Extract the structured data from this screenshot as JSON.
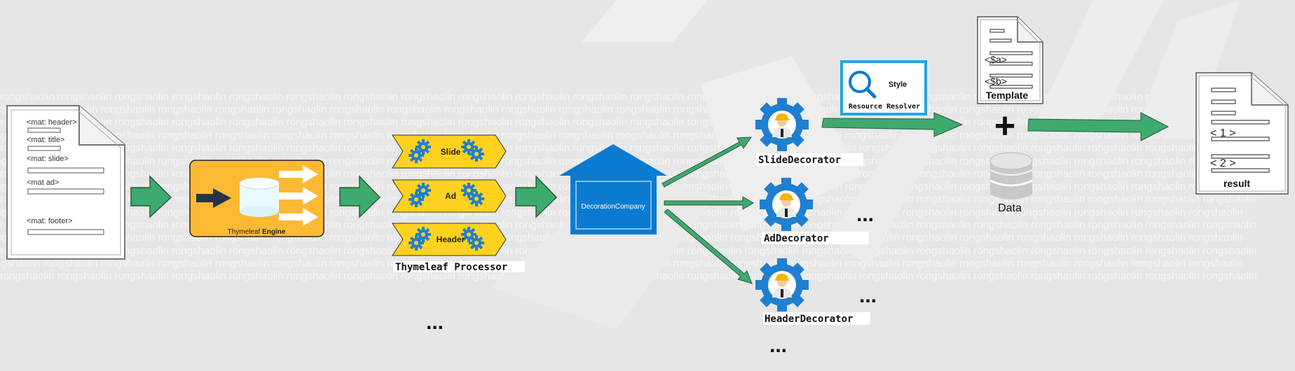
{
  "watermark": {
    "text": "rongshaolin rongshaolin rongshaolin rongshaolin rongshaolin rongshaolin rongshaolin rongshaolin rongshaolin rongshaolin rongshaolin rongshaolin rongshaolin rongshaolin rongshaolin rongshaolin rongshaolin rongshaolin rongshaolin rongshaolin rongshaolin rongshaolin"
  },
  "source_doc": {
    "lines": [
      "<mat: header>",
      "<mat: title>",
      "<mat: slide>",
      " <mat ad>",
      " <mat: footer>"
    ]
  },
  "engine": {
    "label_a": "Thymeleaf ",
    "label_b": "Engine"
  },
  "processors": [
    {
      "label": "Slide"
    },
    {
      "label": "Ad"
    },
    {
      "label": "Header"
    }
  ],
  "processor_caption": "Thymeleaf Processor",
  "company": {
    "label": "DecorationCompany"
  },
  "decorators": [
    {
      "label": "SlideDecorator"
    },
    {
      "label": "AdDecorator"
    },
    {
      "label": "HeaderDecorator"
    }
  ],
  "resolver": {
    "title": "Style",
    "subtitle": "Resource Resolver"
  },
  "template": {
    "label": "Template",
    "line_a": "<$a>",
    "line_b": "<$b>"
  },
  "data_store": {
    "label": "Data"
  },
  "plus": "+",
  "result": {
    "label": "result",
    "line_1": "< 1 >",
    "line_2": "< 2 >"
  },
  "ellipsis": "...",
  "colors": {
    "arrow_green": "#3daa6e",
    "gear_blue": "#1f7fd0",
    "processor_yellow": "#ffd21f",
    "engine_orange": "#fbb934",
    "house_blue": "#0b7bd1"
  }
}
